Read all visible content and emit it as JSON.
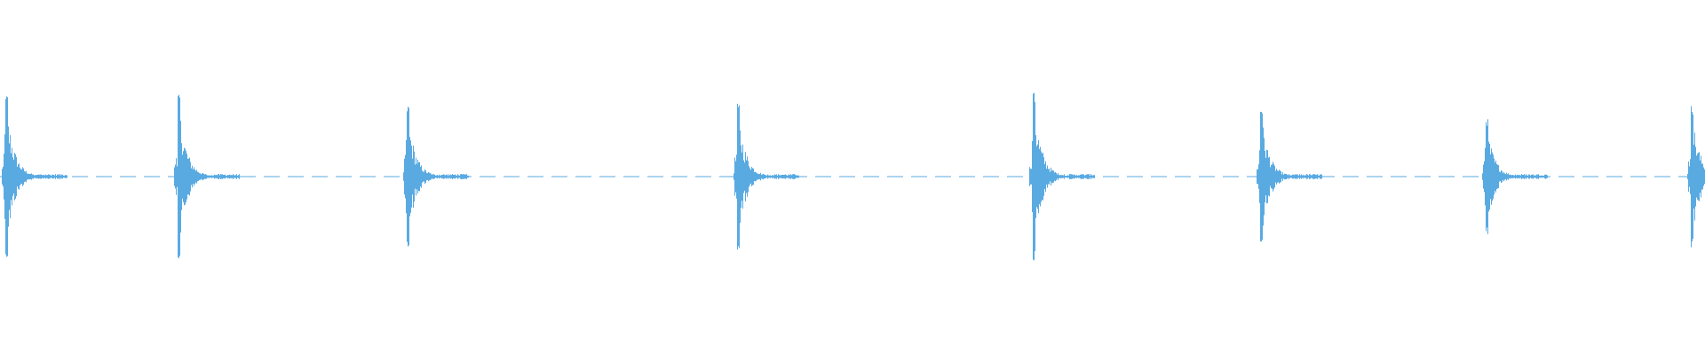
{
  "waveform": {
    "color": "#5aaae2",
    "background": "#ffffff",
    "transient_count": 8,
    "transients": [
      {
        "peak": 0.92
      },
      {
        "peak": 0.95
      },
      {
        "peak": 0.8
      },
      {
        "peak": 0.83
      },
      {
        "peak": 0.95
      },
      {
        "peak": 0.8
      },
      {
        "peak": 0.65
      },
      {
        "peak": 0.82
      }
    ]
  }
}
